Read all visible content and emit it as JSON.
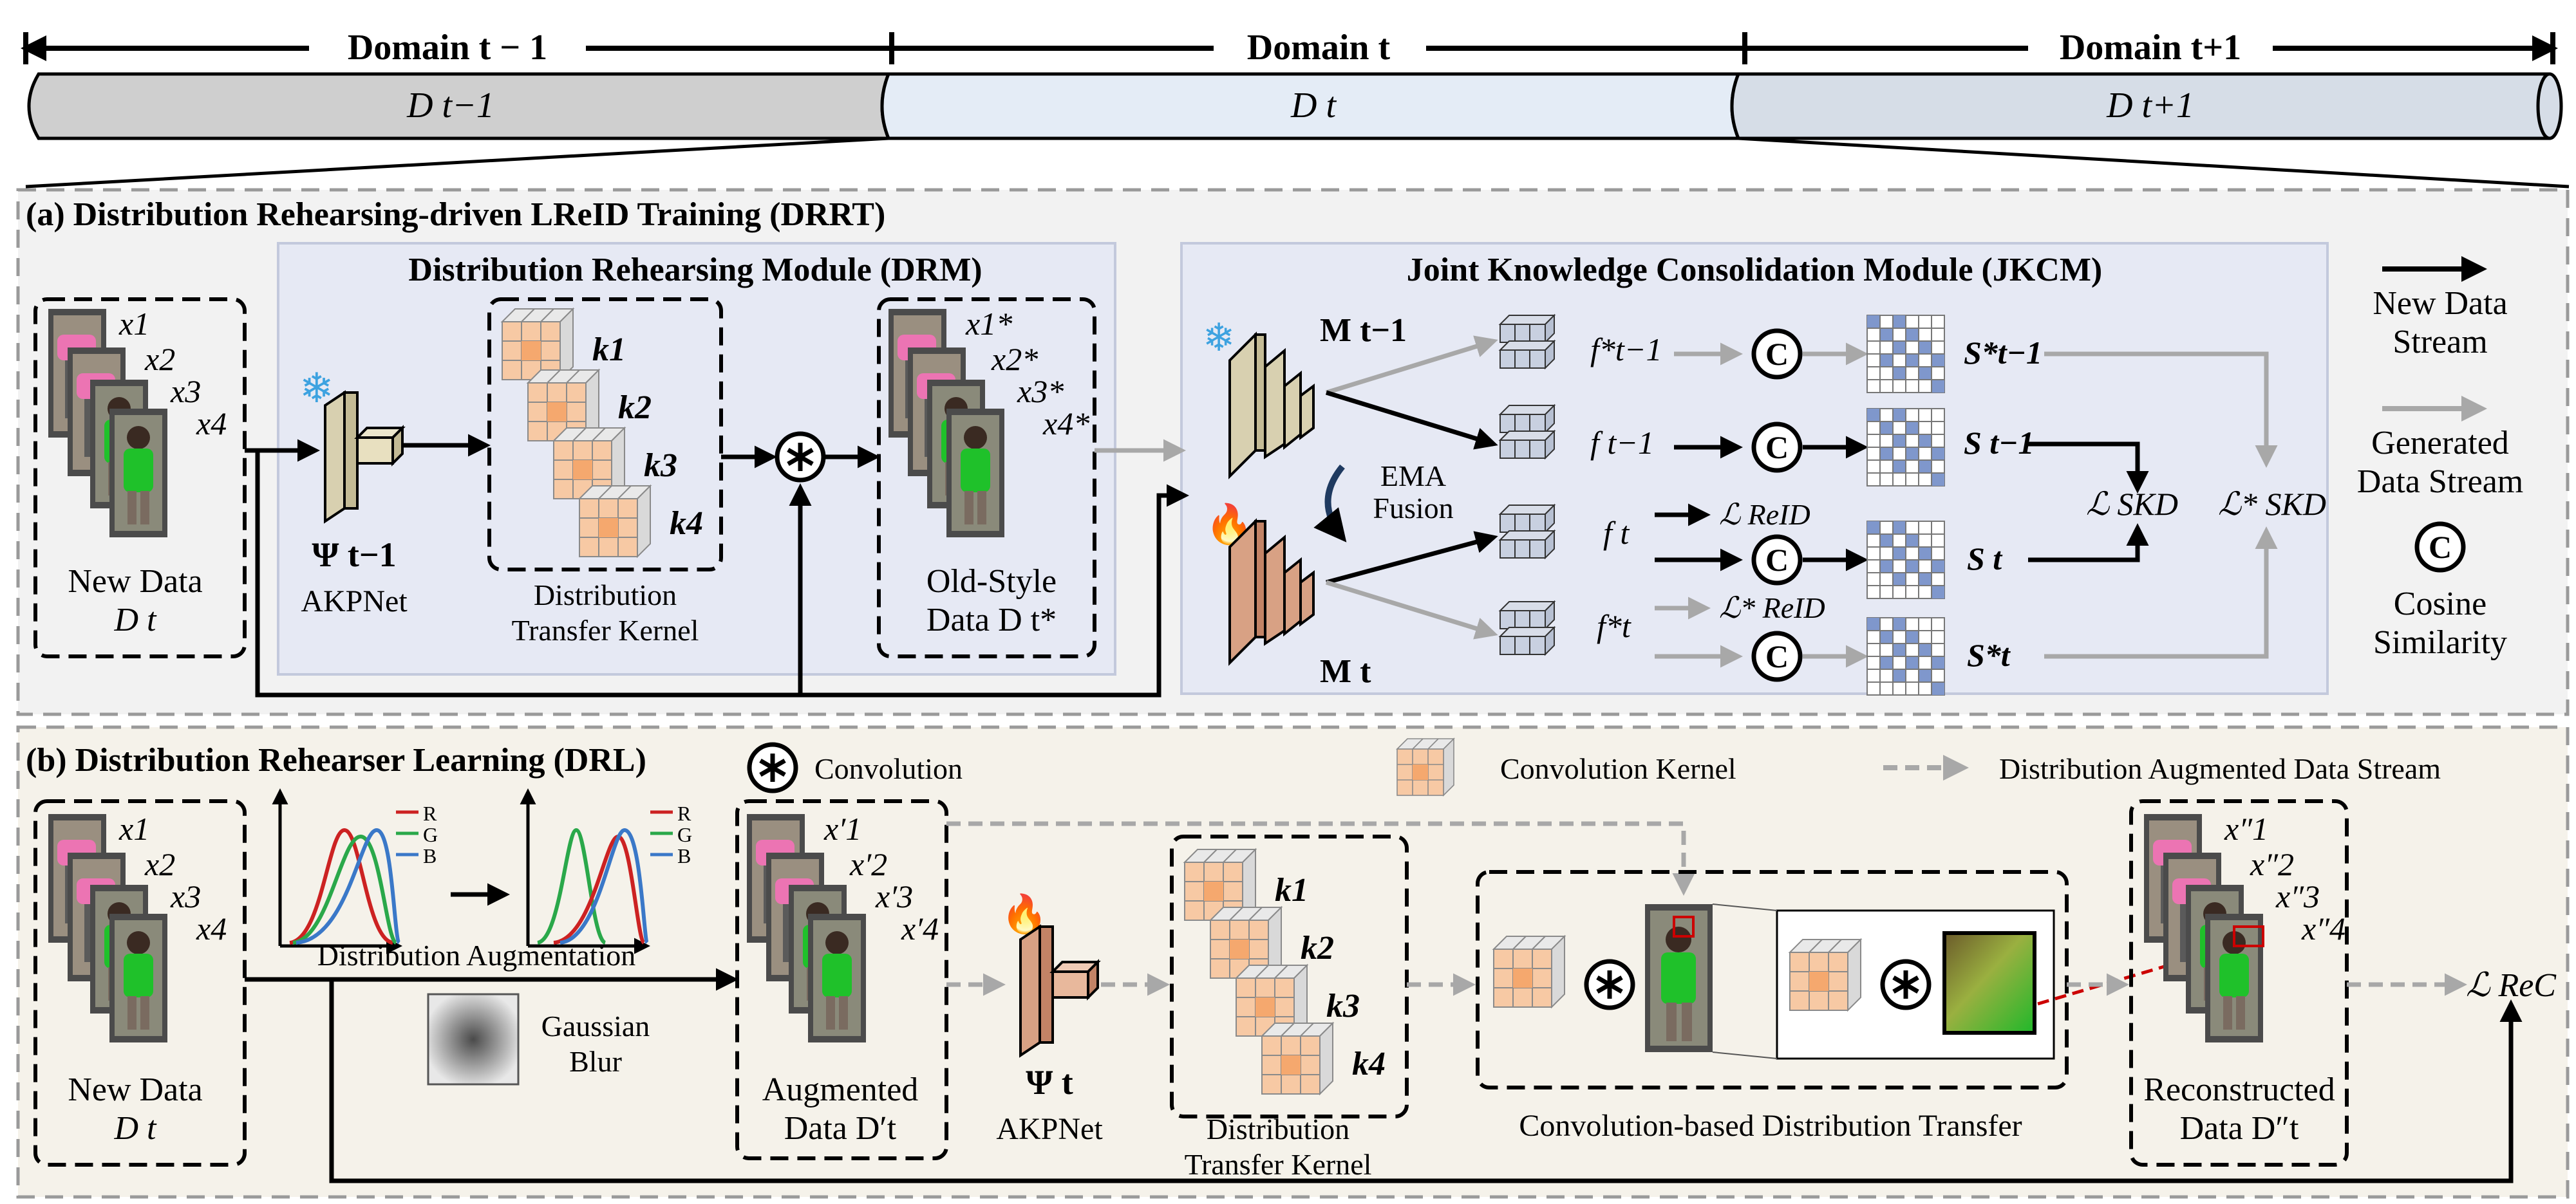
{
  "timeline": {
    "domains": [
      {
        "header": "Domain t − 1",
        "data": "D t−1"
      },
      {
        "header": "Domain t",
        "data": "D t"
      },
      {
        "header": "Domain t+1",
        "data": "D t+1"
      }
    ]
  },
  "panel_a": {
    "title": "(a)  Distribution Rehearsing-driven LReID Training (DRRT)",
    "drm_title": "Distribution Rehearsing Module (DRM)",
    "jkcm_title": "Joint Knowledge Consolidation Module (JKCM)",
    "new_data": [
      "New Data",
      "D t"
    ],
    "inputs": [
      "x1",
      "x2",
      "x3",
      "x4"
    ],
    "akpnet_symbol": "Ψ t−1",
    "akpnet": "AKPNet",
    "kernels": [
      "k1",
      "k2",
      "k3",
      "k4"
    ],
    "kernel_label": [
      "Distribution",
      "Transfer Kernel"
    ],
    "old_style": [
      "Old-Style",
      "Data D t*"
    ],
    "old_inputs": [
      "x1*",
      "x2*",
      "x3*",
      "x4*"
    ],
    "model_prev": "M t−1",
    "model_cur": "M t",
    "ema": [
      "EMA",
      "Fusion"
    ],
    "features": [
      "f*t−1",
      "f t−1",
      "f t",
      "f*t"
    ],
    "similarities": [
      "S*t−1",
      "S t−1",
      "S t",
      "S*t"
    ],
    "loss_reid": "ℒ ReID",
    "loss_reid_star": "ℒ* ReID",
    "loss_skd": "ℒ SKD",
    "loss_skd_star": "ℒ* SKD"
  },
  "legend": {
    "new_stream": [
      "New Data",
      "Stream"
    ],
    "gen_stream": [
      "Generated",
      "Data Stream"
    ],
    "cosine": [
      "Cosine",
      "Similarity"
    ],
    "cosine_symbol": "C",
    "convolution": "Convolution",
    "conv_kernel": "Convolution Kernel",
    "aug_stream": "Distribution Augmented Data Stream"
  },
  "panel_b": {
    "title": "(b) Distribution Rehearser Learning (DRL)",
    "new_data": [
      "New Data",
      "D t"
    ],
    "inputs": [
      "x1",
      "x2",
      "x3",
      "x4"
    ],
    "rgb": [
      "R",
      "G",
      "B"
    ],
    "dist_aug": "Distribution Augmentation",
    "gaussian": [
      "Gaussian",
      "Blur"
    ],
    "augmented": [
      "Augmented",
      "Data D′t"
    ],
    "aug_inputs": [
      "x′1",
      "x′2",
      "x′3",
      "x′4"
    ],
    "akpnet_symbol": "Ψ t",
    "akpnet": "AKPNet",
    "kernels": [
      "k1",
      "k2",
      "k3",
      "k4"
    ],
    "kernel_label": [
      "Distribution",
      "Transfer Kernel"
    ],
    "conv_transfer": "Convolution-based Distribution Transfer",
    "reconstructed": [
      "Reconstructed",
      "Data D″t"
    ],
    "rec_inputs": [
      "x″1",
      "x″2",
      "x″3",
      "x″4"
    ],
    "loss_rec": "ℒ ReC"
  },
  "colors": {
    "timeline_prev": "#cfcfcf",
    "timeline_cur": "#e4ecf6",
    "timeline_next": "#d6dde7",
    "panel_bg": "#f2f2f2",
    "panel_b_bg": "#f5f2ea",
    "module_bg": "#e6e9f4",
    "grid_blue": "#7f97cc",
    "kernel_orange": "#f7c9a4",
    "model_prev": "#d8d0b0",
    "model_cur": "#d8a184",
    "gray_arrow": "#a8a8a8",
    "red_dash": "#cc0000"
  }
}
